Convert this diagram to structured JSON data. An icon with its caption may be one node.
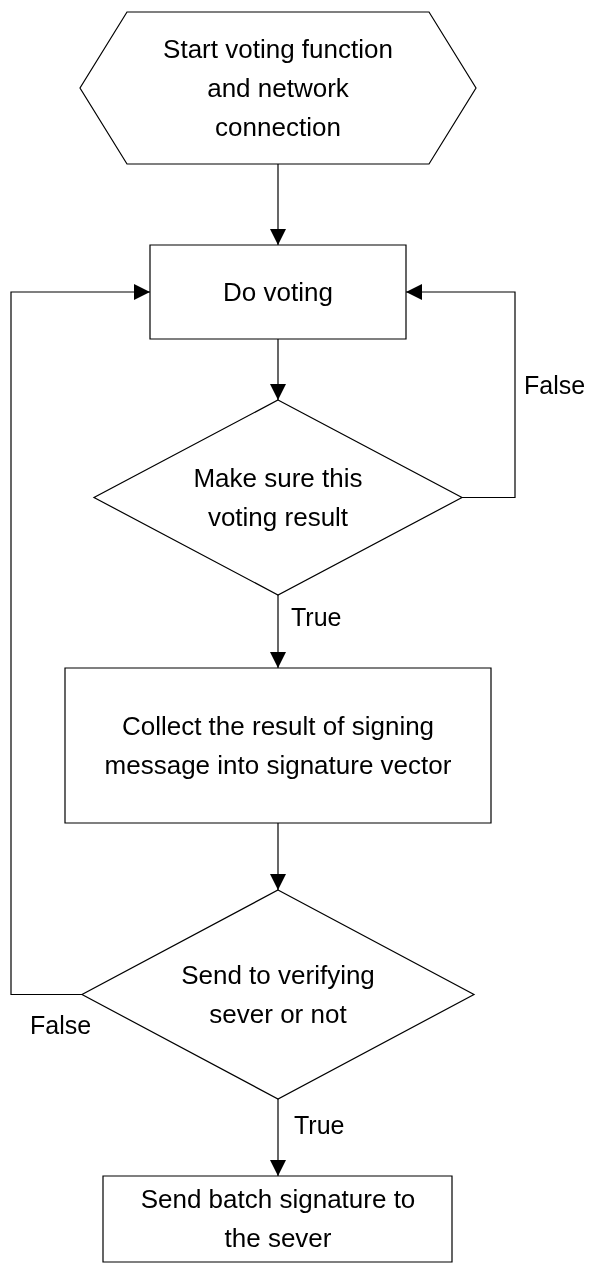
{
  "diagram": {
    "nodes": [
      {
        "text": [
          "Start voting function and network connection"
        ]
      },
      {
        "text": [
          "Do voting"
        ]
      },
      {
        "text": [
          "Make sure this voting result"
        ]
      },
      {
        "text": [
          "Collect the result of signing message into signature vector"
        ]
      },
      {
        "text": [
          "Send to verifying sever or not"
        ]
      },
      {
        "text": [
          "Send batch signature to the sever"
        ]
      }
    ],
    "edges": [
      {
        "from": 0,
        "to": 1,
        "arrow": "to"
      },
      {
        "from": 1,
        "to": 2,
        "arrow": "to"
      },
      {
        "from": 2,
        "to": 1,
        "arrow": "to",
        "label": "False"
      },
      {
        "from": 2,
        "to": 3,
        "arrow": "to",
        "label": "True"
      },
      {
        "from": 3,
        "to": 4,
        "arrow": "to"
      },
      {
        "from": 4,
        "to": 1,
        "arrow": "to",
        "label": "False"
      },
      {
        "from": 4,
        "to": 5,
        "arrow": "to",
        "label": "True"
      }
    ]
  }
}
